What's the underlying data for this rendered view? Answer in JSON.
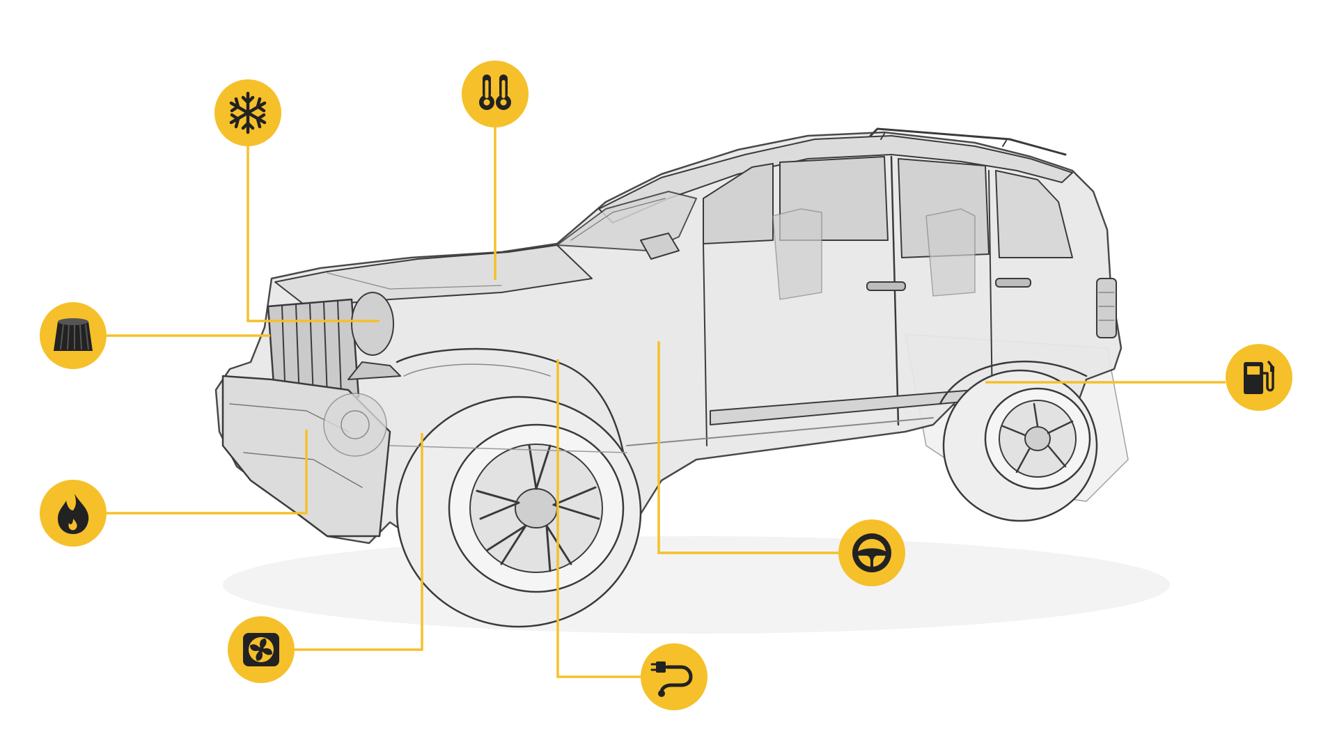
{
  "colors": {
    "accent": "#F5C02A",
    "icon": "#222222",
    "outline": "#3a3a3a",
    "body_fill": "#e6e6e6",
    "background": "#ffffff"
  },
  "diagram": {
    "subject": "suv-xray",
    "hotspots": [
      {
        "id": "air-conditioning",
        "icon": "snowflake-icon"
      },
      {
        "id": "temperature",
        "icon": "thermometers-icon"
      },
      {
        "id": "air-filter",
        "icon": "air-filter-icon"
      },
      {
        "id": "heating",
        "icon": "flame-icon"
      },
      {
        "id": "radiator-fan",
        "icon": "cooling-fan-icon"
      },
      {
        "id": "wiring",
        "icon": "cable-icon"
      },
      {
        "id": "steering",
        "icon": "steering-wheel-icon"
      },
      {
        "id": "fuel-system",
        "icon": "fuel-pump-icon"
      }
    ]
  }
}
